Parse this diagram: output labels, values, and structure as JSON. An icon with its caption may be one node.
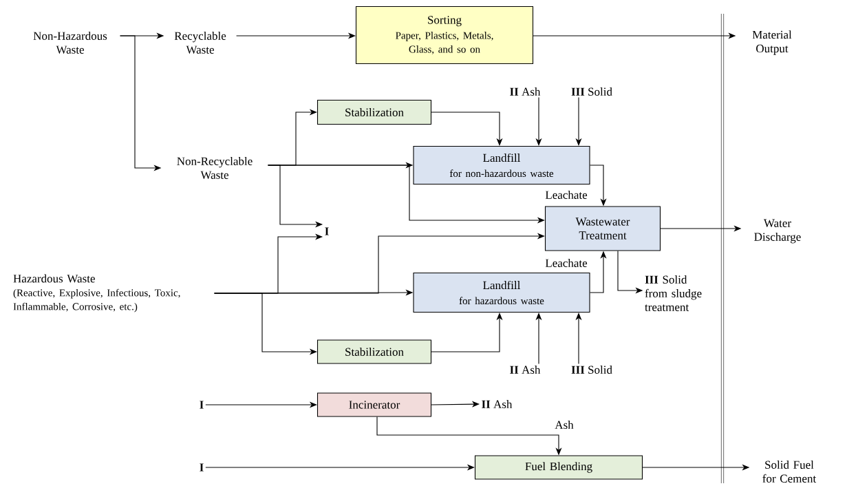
{
  "diagram": {
    "nodes": [
      {
        "text": [
          "Non-Hazardous Waste"
        ]
      },
      {
        "text": [
          "Recyclable Waste"
        ]
      },
      {
        "text": [
          "Sorting",
          "Paper, Plastics, Metals, Glass, and so on"
        ]
      },
      {
        "text": [
          "Material Output"
        ]
      },
      {
        "text": [
          "Non-Recyclable Waste"
        ]
      },
      {
        "text": [
          "Stabilization"
        ]
      },
      {
        "text": [
          "Landfill",
          "for non-hazardous waste"
        ]
      },
      {
        "text": [
          "I"
        ]
      },
      {
        "text": [
          "Wastewater Treatment"
        ]
      },
      {
        "text": [
          "Water Discharge"
        ]
      },
      {
        "text": [
          "Hazardous Waste",
          "(Reactive, Explosive, Infectious, Toxic, Inflammable, Corrosive, etc.)"
        ]
      },
      {
        "text": [
          "Landfill",
          "for hazardous waste"
        ]
      },
      {
        "text": [
          "Stabilization"
        ]
      },
      {
        "text": [
          "**III** Solid from sludge treatment"
        ]
      },
      {
        "text": [
          "**II** Ash"
        ]
      },
      {
        "text": [
          "**III** Solid"
        ]
      },
      {
        "text": [
          "**II** Ash"
        ]
      },
      {
        "text": [
          "**III** Solid"
        ]
      },
      {
        "text": [
          "I"
        ]
      },
      {
        "text": [
          "Incinerator"
        ]
      },
      {
        "text": [
          "**II** Ash"
        ]
      },
      {
        "text": [
          "I"
        ]
      },
      {
        "text": [
          "Fuel Blending"
        ]
      },
      {
        "text": [
          "Solid Fuel for Cement"
        ]
      }
    ],
    "edges": [
      {
        "from": 0,
        "to": 1,
        "arrow": "to"
      },
      {
        "from": 0,
        "to": 4,
        "arrow": "to"
      },
      {
        "from": 1,
        "to": 2,
        "arrow": "to"
      },
      {
        "from": 2,
        "to": 3,
        "arrow": "to"
      },
      {
        "from": 4,
        "to": 5,
        "arrow": "to"
      },
      {
        "from": 4,
        "to": 6,
        "arrow": "to"
      },
      {
        "from": 4,
        "to": 7,
        "arrow": "to"
      },
      {
        "from": 4,
        "to": 8,
        "arrow": "to"
      },
      {
        "from": 5,
        "to": 6,
        "arrow": "to"
      },
      {
        "from": 14,
        "to": 6,
        "arrow": "to"
      },
      {
        "from": 15,
        "to": 6,
        "arrow": "to"
      },
      {
        "from": 6,
        "to": 8,
        "arrow": "to",
        "label": "Leachate"
      },
      {
        "from": 10,
        "to": 7,
        "arrow": "to"
      },
      {
        "from": 10,
        "to": 11,
        "arrow": "to"
      },
      {
        "from": 10,
        "to": 8,
        "arrow": "to"
      },
      {
        "from": 10,
        "to": 12,
        "arrow": "to"
      },
      {
        "from": 12,
        "to": 11,
        "arrow": "to"
      },
      {
        "from": 16,
        "to": 11,
        "arrow": "to"
      },
      {
        "from": 17,
        "to": 11,
        "arrow": "to"
      },
      {
        "from": 11,
        "to": 8,
        "arrow": "to",
        "label": "Leachate"
      },
      {
        "from": 8,
        "to": 13,
        "arrow": "to"
      },
      {
        "from": 8,
        "to": 9,
        "arrow": "to"
      },
      {
        "from": 18,
        "to": 19,
        "arrow": "to"
      },
      {
        "from": 19,
        "to": 20,
        "arrow": "to"
      },
      {
        "from": 19,
        "to": 22,
        "arrow": "to",
        "label": "Ash"
      },
      {
        "from": 21,
        "to": 22,
        "arrow": "to"
      },
      {
        "from": 22,
        "to": 23,
        "arrow": "to"
      }
    ]
  }
}
